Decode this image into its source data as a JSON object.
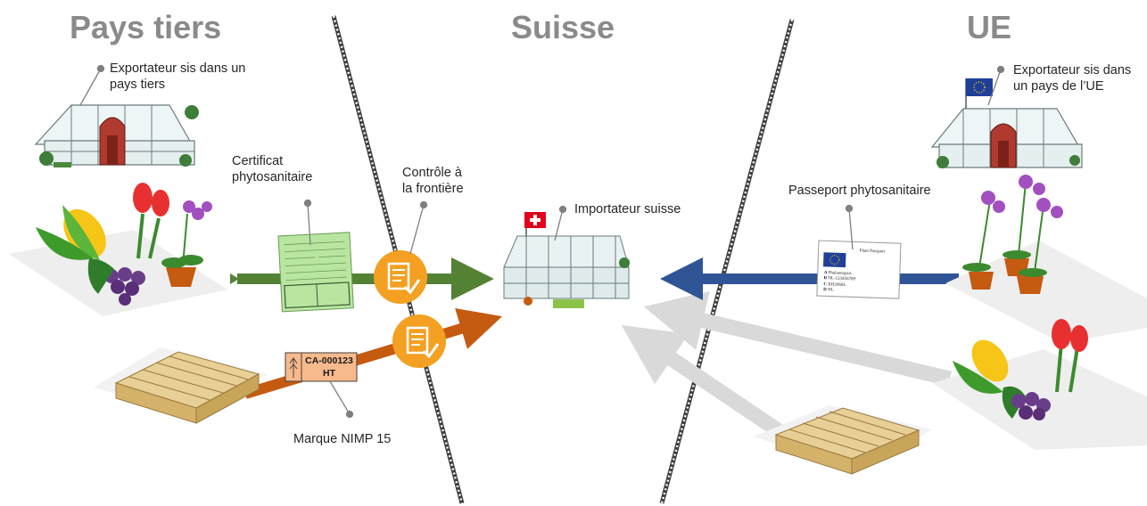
{
  "regions": {
    "third_country": "Pays tiers",
    "switzerland": "Suisse",
    "eu": "UE"
  },
  "labels": {
    "exporter_third": [
      "Exportateur sis dans un",
      "pays tiers"
    ],
    "exporter_eu": [
      "Exportateur sis dans",
      "un pays de l’UE"
    ],
    "certificate": [
      "Certificat",
      "phytosanitaire"
    ],
    "border_control": [
      "Contrôle à",
      "la frontière"
    ],
    "importer": "Importateur suisse",
    "plant_passport": "Passeport phytosanitaire",
    "ispm_mark": "Marque NIMP 15"
  },
  "ispm_stamp": {
    "code": "CA-000123",
    "treatment": "HT"
  },
  "passport_card": {
    "title": "Plant Passport",
    "lines": [
      {
        "key": "A",
        "value": "Phalaenopsis"
      },
      {
        "key": "B",
        "value": "NL-123456789"
      },
      {
        "key": "C",
        "value": "KH2968L"
      },
      {
        "key": "D",
        "value": "NL"
      }
    ]
  },
  "colors": {
    "title_gray": "#8a8a8a",
    "arrow_green": "#548235",
    "arrow_orange": "#c55a11",
    "arrow_blue": "#2f5597",
    "arrow_gray": "#d9d9d9",
    "check_orange": "#f4a023",
    "certificate_green": "#b8e6a0",
    "stamp_orange": "#f8b98c",
    "swiss_red": "#e3001b",
    "eu_blue": "#1f3f99"
  }
}
